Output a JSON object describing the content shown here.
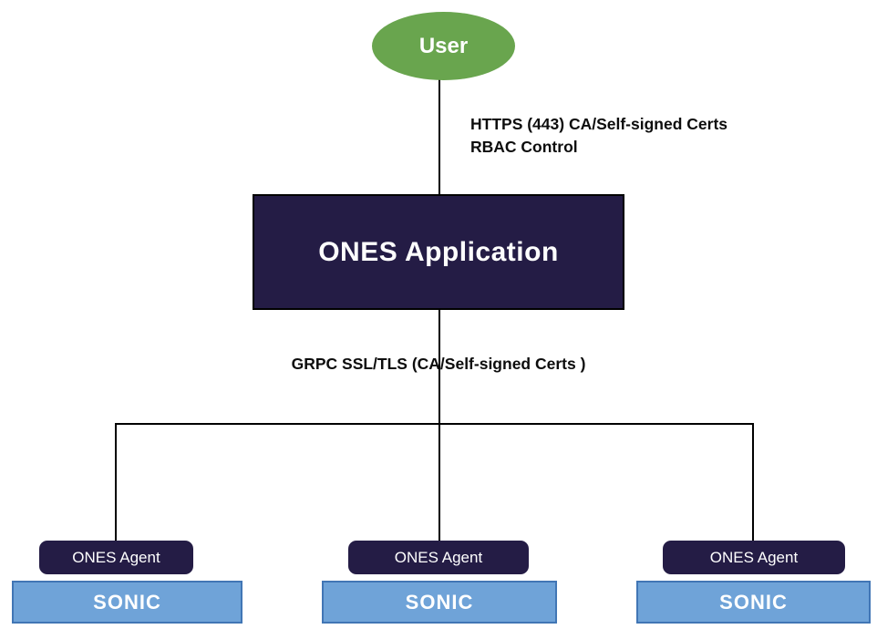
{
  "user_node": {
    "label": "User"
  },
  "link_user_app": {
    "label_line1": "HTTPS (443) CA/Self-signed Certs",
    "label_line2": "RBAC Control"
  },
  "app_node": {
    "label": "ONES Application"
  },
  "link_app_agents": {
    "label": "GRPC SSL/TLS (CA/Self-signed Certs )"
  },
  "agents": [
    {
      "agent": "ONES Agent",
      "host": "SONIC"
    },
    {
      "agent": "ONES Agent",
      "host": "SONIC"
    },
    {
      "agent": "ONES Agent",
      "host": "SONIC"
    }
  ],
  "colors": {
    "user_green": "#69a54e",
    "node_navy": "#241c45",
    "sonic_fill": "#6fa3d8",
    "sonic_border": "#4176b5",
    "connector_line": "#000000",
    "text_on_dark": "#ffffff",
    "label_text": "#0d0d0d",
    "background": "#ffffff"
  }
}
